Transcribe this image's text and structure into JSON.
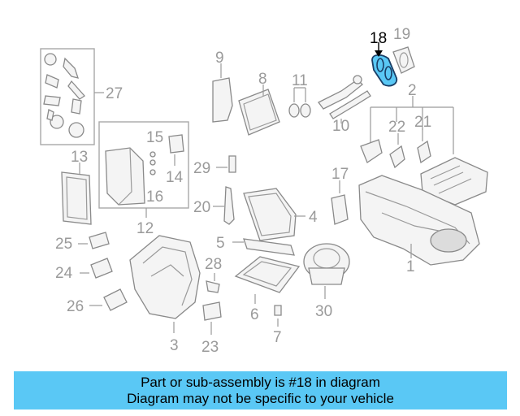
{
  "diagram": {
    "highlight_color": "#5ac8f5",
    "callouts": [
      "18",
      "19",
      "9",
      "8",
      "11",
      "27",
      "2",
      "13",
      "15",
      "22",
      "21",
      "14",
      "29",
      "17",
      "10",
      "16",
      "20",
      "4",
      "12",
      "25",
      "5",
      "28",
      "24",
      "1",
      "26",
      "30",
      "6",
      "3",
      "23",
      "7"
    ]
  },
  "banner": {
    "line1": "Part or sub-assembly is #18 in diagram",
    "line2": "Diagram may not be specific to your vehicle"
  }
}
